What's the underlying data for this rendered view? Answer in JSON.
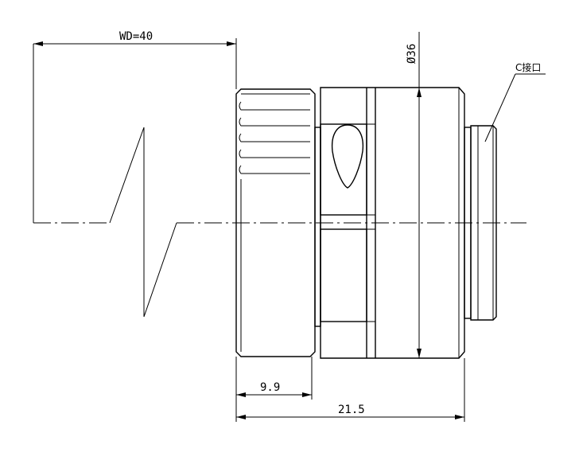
{
  "drawing": {
    "type": "technical-drawing",
    "subject": "lens side view",
    "dimensions": {
      "working_distance": "WD=40",
      "diameter": "Ø36",
      "front_length": "9.9",
      "total_length": "21.5"
    },
    "callouts": {
      "mount": "C接口"
    }
  }
}
